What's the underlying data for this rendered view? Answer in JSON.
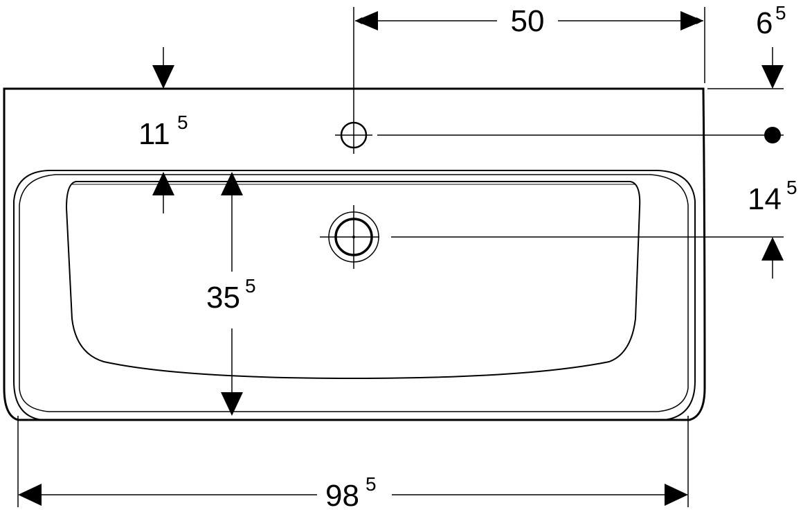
{
  "dimensions": {
    "tap_hole_offset": {
      "main": "50",
      "sup": ""
    },
    "rim_height_right": {
      "main": "6",
      "sup": "5"
    },
    "tap_hole_to_bowl": {
      "main": "11",
      "sup": "5"
    },
    "overflow_height": {
      "main": "14",
      "sup": "5"
    },
    "bowl_depth": {
      "main": "35",
      "sup": "5"
    },
    "overall_width": {
      "main": "98",
      "sup": "5"
    }
  },
  "colors": {
    "line": "#000000",
    "background": "#ffffff"
  }
}
